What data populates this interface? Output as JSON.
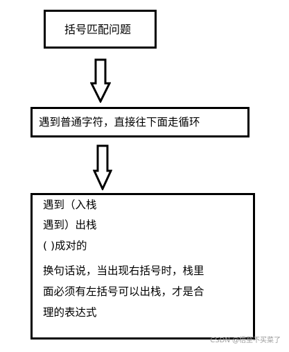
{
  "flow": {
    "step1": "括号匹配问题",
    "step2": "遇到普通字符，直接往下面走循环",
    "step3": {
      "lines": [
        "遇到（入栈",
        "遇到）出栈",
        "( )成对的",
        "换句话说，当出现右括号时，栈里",
        "面必须有左括号可以出栈，才是合",
        "理的表达式"
      ]
    }
  },
  "arrows": [
    "down-arrow-icon",
    "down-arrow-icon"
  ],
  "watermark": "CSDN @梧至不买菜了",
  "colors": {
    "stroke": "#000000",
    "background": "#ffffff",
    "watermark": "#9a9a9a"
  }
}
